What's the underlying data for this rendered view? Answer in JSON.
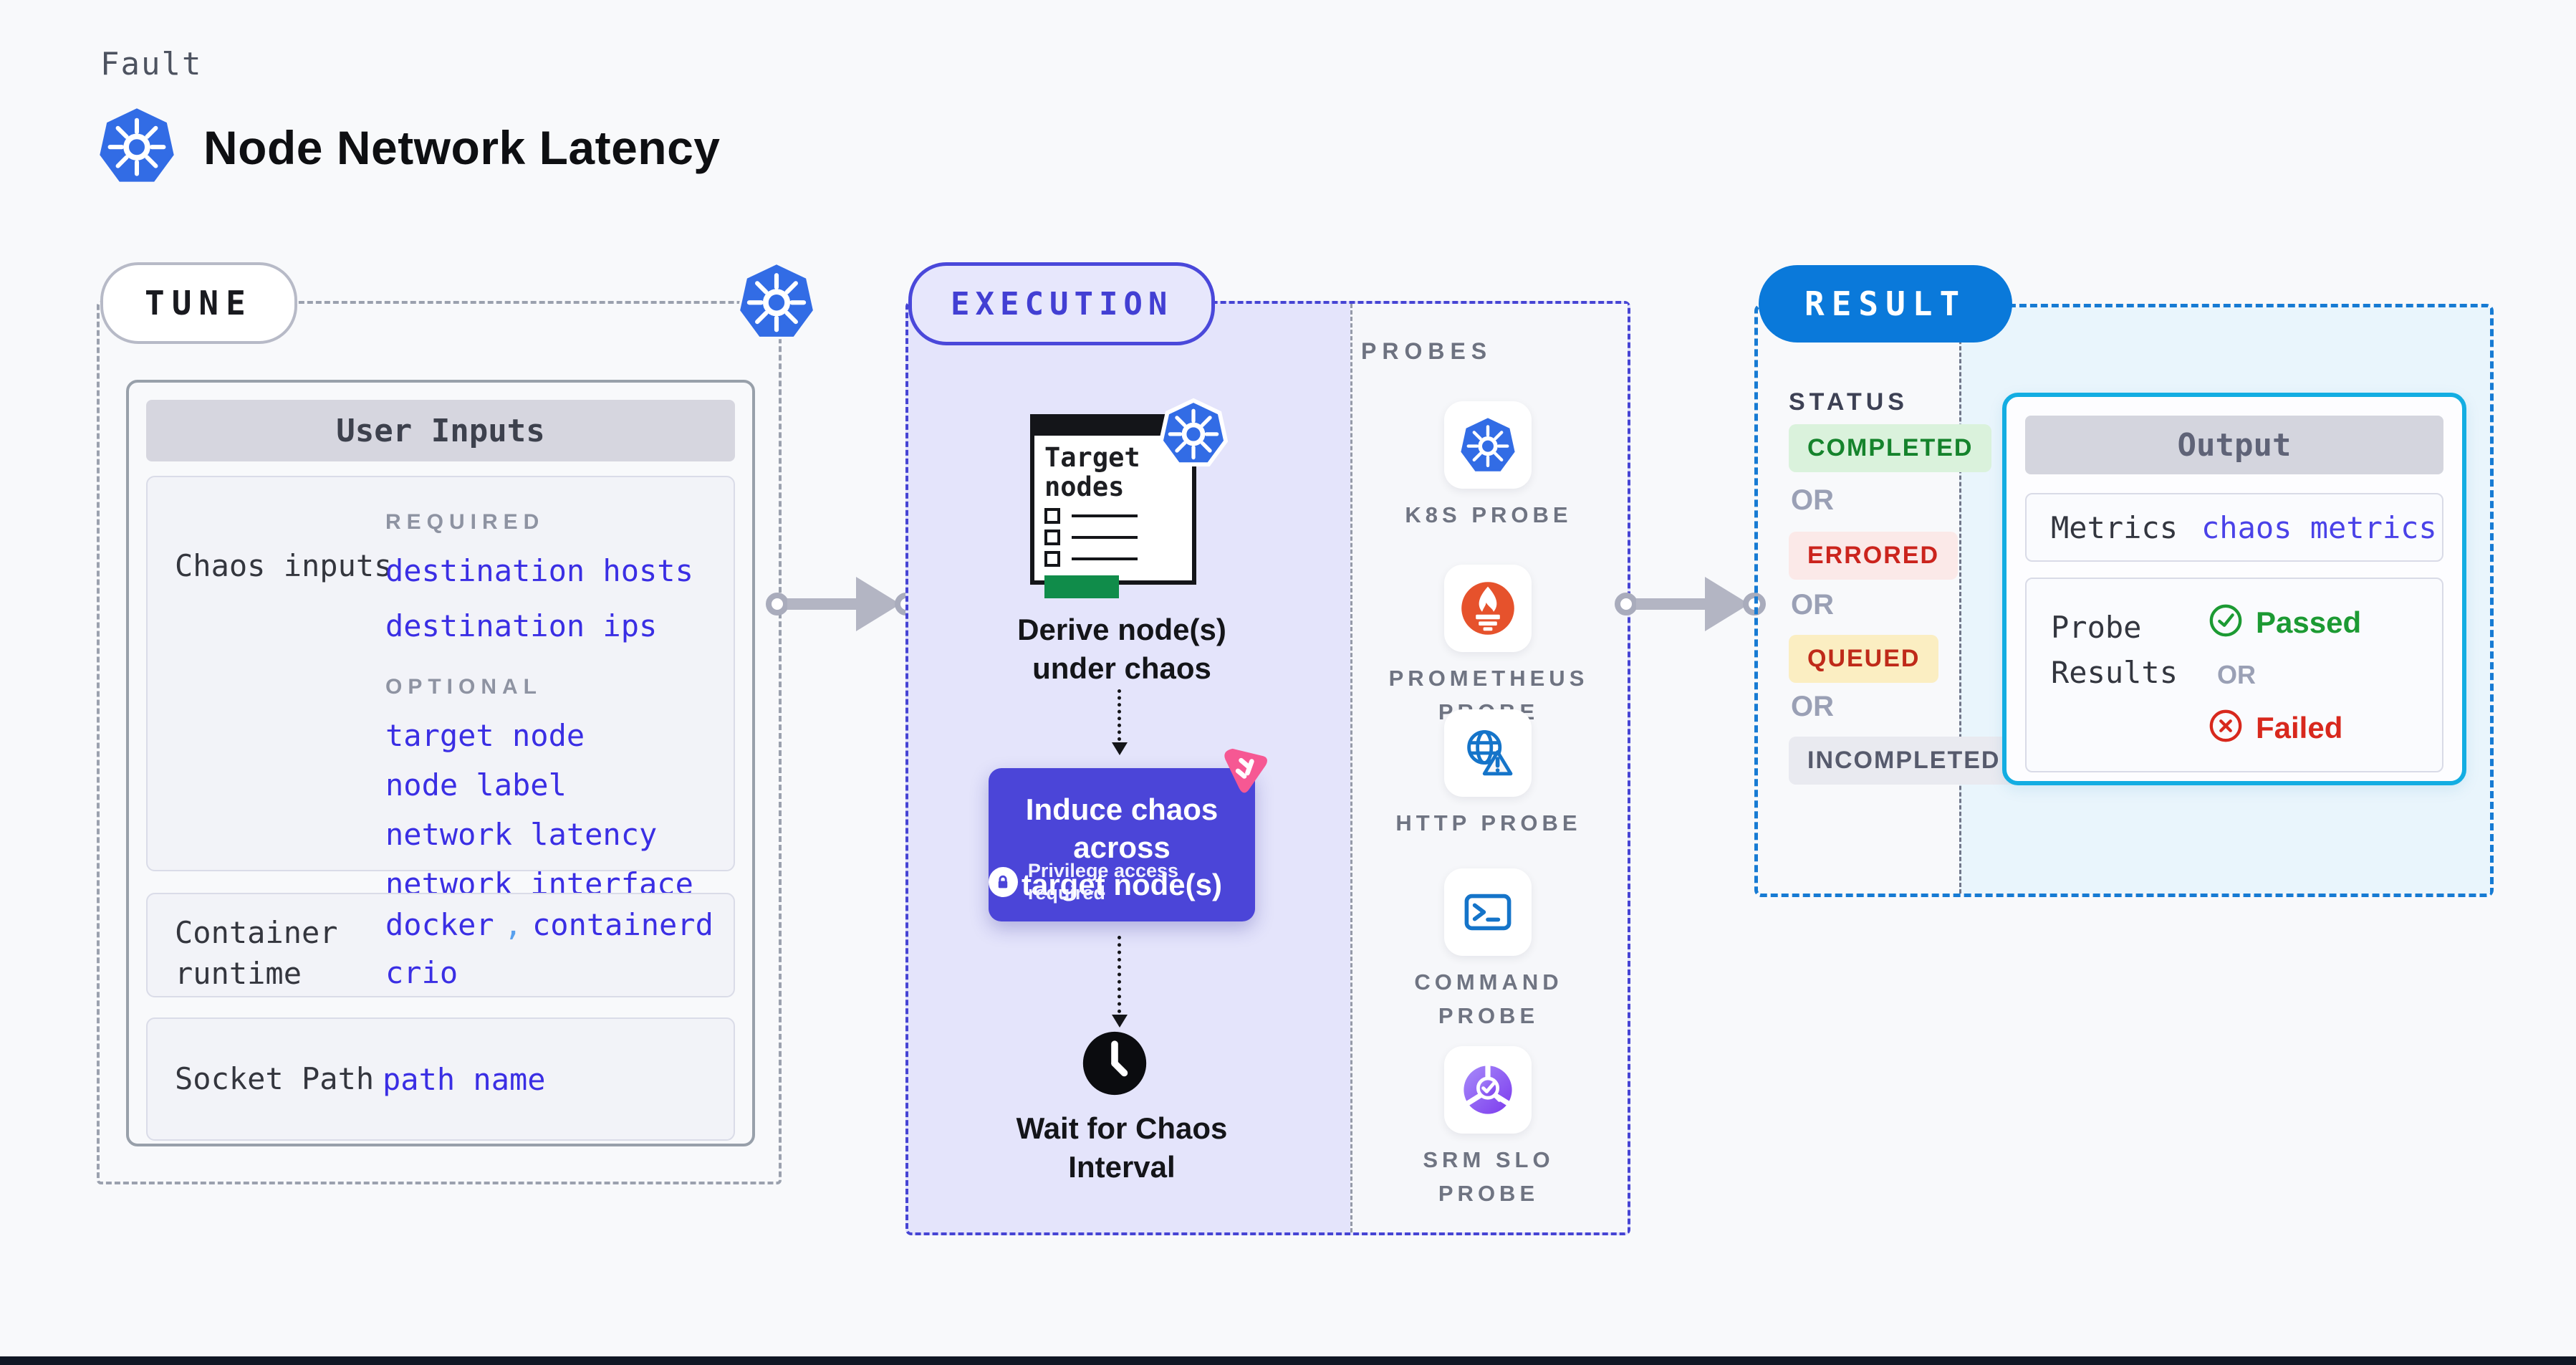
{
  "page": {
    "kicker": "Fault",
    "title": "Node Network Latency"
  },
  "tune": {
    "label": "TUNE",
    "card_title": "User Inputs",
    "chaos_inputs_label": "Chaos inputs",
    "required_label": "REQUIRED",
    "required_items": [
      "destination hosts",
      "destination ips"
    ],
    "optional_label": "OPTIONAL",
    "optional_items": [
      "target node",
      "node label",
      "network latency",
      "network interface"
    ],
    "container_runtime_label": "Container\nruntime",
    "container_runtime_values": [
      "docker",
      "containerd",
      "crio"
    ],
    "container_runtime_separator": ",",
    "socket_path_label": "Socket Path",
    "socket_path_value": "path name"
  },
  "execution": {
    "label": "EXECUTION",
    "target_nodes_title": "Target\nnodes",
    "derive_label": "Derive node(s)\nunder chaos",
    "induce_label": "Induce chaos across\ntarget node(s)",
    "privilege_label": "Privilege access required",
    "wait_label": "Wait for Chaos\nInterval"
  },
  "probes": {
    "label": "PROBES",
    "items": [
      {
        "icon": "k8s-probe-icon",
        "label": "K8S PROBE"
      },
      {
        "icon": "prometheus-probe-icon",
        "label": "PROMETHEUS\nPROBE"
      },
      {
        "icon": "http-probe-icon",
        "label": "HTTP PROBE"
      },
      {
        "icon": "command-probe-icon",
        "label": "COMMAND\nPROBE"
      },
      {
        "icon": "srm-slo-probe-icon",
        "label": "SRM SLO\nPROBE"
      }
    ]
  },
  "result": {
    "label": "RESULT",
    "status_label": "STATUS",
    "or_label": "OR",
    "statuses": [
      {
        "label": "COMPLETED",
        "bg": "#daf2dc",
        "fg": "#15832c"
      },
      {
        "label": "ERRORED",
        "bg": "#fbe9e8",
        "fg": "#cb241d"
      },
      {
        "label": "QUEUED",
        "bg": "#fbeec2",
        "fg": "#bf2a19"
      },
      {
        "label": "INCOMPLETED",
        "bg": "#e9eaf0",
        "fg": "#565a6c"
      }
    ],
    "output": {
      "title": "Output",
      "metrics_label": "Metrics",
      "metrics_value": "chaos metrics",
      "probe_results_label": "Probe\nResults",
      "passed_label": "Passed",
      "or_label": "OR",
      "failed_label": "Failed"
    }
  },
  "colors": {
    "page_bg": "#f8f9fb",
    "value_blue": "#3a2ee4",
    "execution_indigo": "#4a48da",
    "execution_bg": "#e4e4fb",
    "induce_bg": "#4b45d8",
    "result_blue": "#0a79da",
    "output_border_cyan": "#13ade2",
    "output_bg_cyan": "#e9f5fc",
    "passed_green": "#1c9a33",
    "failed_red": "#d8281d",
    "k8s_blue": "#326ce5",
    "prometheus_orange": "#e6522c",
    "probe_icon_blue": "#1574c9",
    "srm_purple": "#7c3aed",
    "litmus_pink": "#f65893",
    "target_green": "#108c4a",
    "arrow_gray": "#b3b5c3"
  }
}
